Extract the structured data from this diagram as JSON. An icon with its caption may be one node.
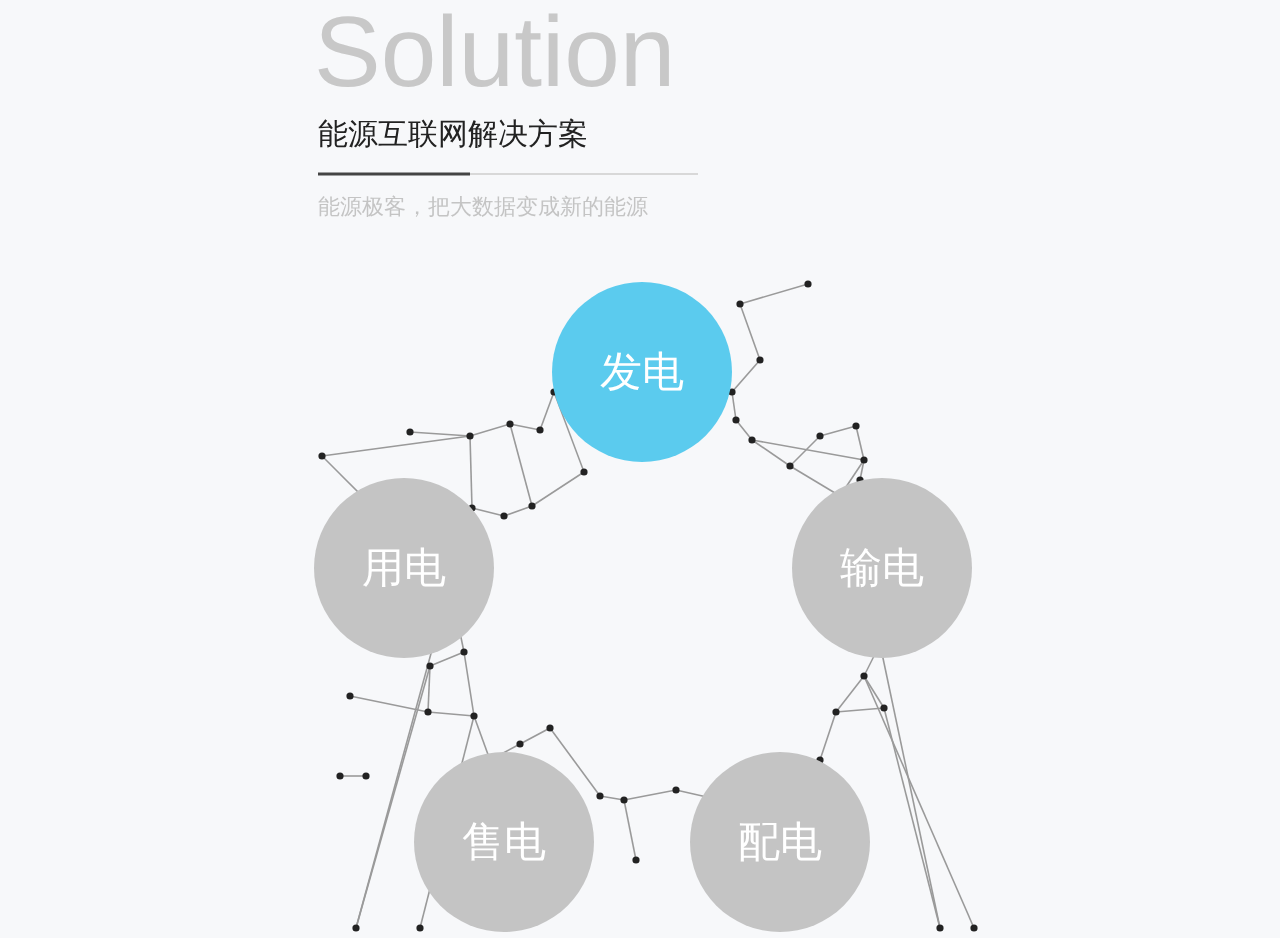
{
  "diagram": {
    "title": "Solution",
    "nodes": [
      {
        "text": [
          "发电"
        ]
      },
      {
        "text": [
          "输电"
        ]
      },
      {
        "text": [
          "配电"
        ]
      },
      {
        "text": [
          "售电"
        ]
      },
      {
        "text": [
          "用电"
        ]
      }
    ],
    "labels": [
      "能源互联网解决方案",
      "能源极客，把大数据变成新的能源"
    ]
  }
}
